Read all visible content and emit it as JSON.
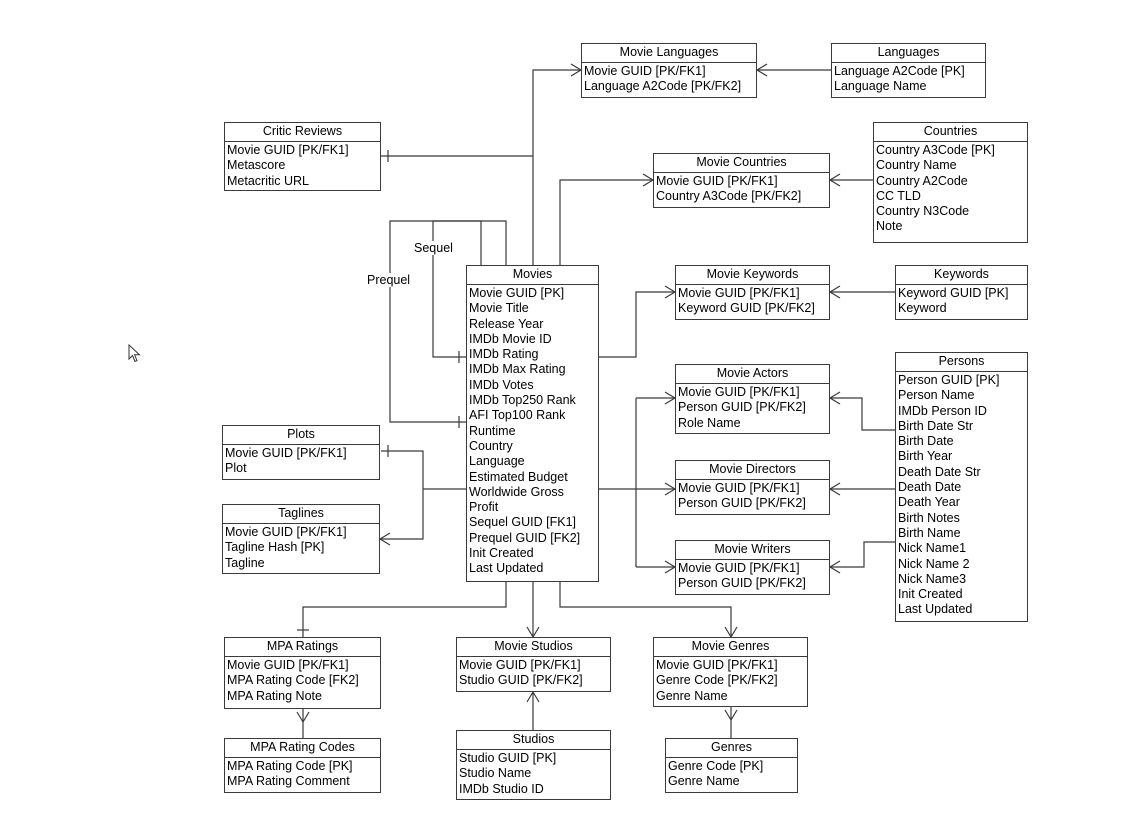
{
  "entities": {
    "movie_languages": {
      "title": "Movie Languages",
      "fields": [
        "Movie GUID [PK/FK1]",
        "Language A2Code [PK/FK2]"
      ]
    },
    "languages": {
      "title": "Languages",
      "fields": [
        "Language A2Code [PK]",
        "Language Name"
      ]
    },
    "critic_reviews": {
      "title": "Critic Reviews",
      "fields": [
        "Movie GUID [PK/FK1]",
        "Metascore",
        "Metacritic URL"
      ]
    },
    "countries": {
      "title": "Countries",
      "fields": [
        "Country A3Code [PK]",
        "Country Name",
        "Country A2Code",
        "CC TLD",
        "Country N3Code",
        "Note"
      ]
    },
    "movie_countries": {
      "title": "Movie Countries",
      "fields": [
        "Movie GUID [PK/FK1]",
        "Country A3Code [PK/FK2]"
      ]
    },
    "movies": {
      "title": "Movies",
      "fields": [
        "Movie GUID [PK]",
        "Movie Title",
        "Release Year",
        "IMDb Movie ID",
        "IMDb Rating",
        "IMDb Max Rating",
        "IMDb Votes",
        "IMDb Top250 Rank",
        "AFI Top100 Rank",
        "Runtime",
        "Country",
        "Language",
        "Estimated Budget",
        "Worldwide Gross",
        "Profit",
        "Sequel GUID [FK1]",
        "Prequel GUID [FK2]",
        "Init Created",
        "Last Updated"
      ]
    },
    "movie_keywords": {
      "title": "Movie Keywords",
      "fields": [
        "Movie GUID [PK/FK1]",
        "Keyword GUID [PK/FK2]"
      ]
    },
    "keywords": {
      "title": "Keywords",
      "fields": [
        "Keyword GUID [PK]",
        "Keyword"
      ]
    },
    "movie_actors": {
      "title": "Movie Actors",
      "fields": [
        "Movie GUID [PK/FK1]",
        "Person GUID [PK/FK2]",
        "Role Name"
      ]
    },
    "persons": {
      "title": "Persons",
      "fields": [
        "Person GUID [PK]",
        "Person Name",
        "IMDb Person ID",
        "Birth Date Str",
        "Birth Date",
        "Birth Year",
        "Death Date Str",
        "Death Date",
        "Death Year",
        "Birth Notes",
        "Birth Name",
        "Nick Name1",
        "Nick Name 2",
        "Nick Name3",
        "Init Created",
        "Last Updated"
      ]
    },
    "plots": {
      "title": "Plots",
      "fields": [
        "Movie GUID [PK/FK1]",
        "Plot"
      ]
    },
    "taglines": {
      "title": "Taglines",
      "fields": [
        "Movie GUID [PK/FK1]",
        "Tagline Hash [PK]",
        "Tagline"
      ]
    },
    "movie_directors": {
      "title": "Movie Directors",
      "fields": [
        "Movie GUID [PK/FK1]",
        "Person GUID [PK/FK2]"
      ]
    },
    "movie_writers": {
      "title": "Movie Writers",
      "fields": [
        "Movie GUID [PK/FK1]",
        "Person GUID [PK/FK2]"
      ]
    },
    "mpa_ratings": {
      "title": "MPA Ratings",
      "fields": [
        "Movie GUID [PK/FK1]",
        "MPA Rating Code [FK2]",
        "MPA Rating Note"
      ]
    },
    "movie_studios": {
      "title": "Movie Studios",
      "fields": [
        "Movie GUID [PK/FK1]",
        "Studio GUID [PK/FK2]"
      ]
    },
    "movie_genres": {
      "title": "Movie Genres",
      "fields": [
        "Movie GUID [PK/FK1]",
        "Genre Code [PK/FK2]",
        "Genre Name"
      ]
    },
    "mpa_rating_codes": {
      "title": "MPA Rating Codes",
      "fields": [
        "MPA Rating Code [PK]",
        "MPA Rating Comment"
      ]
    },
    "studios": {
      "title": "Studios",
      "fields": [
        "Studio GUID [PK]",
        "Studio Name",
        "IMDb Studio ID"
      ]
    },
    "genres": {
      "title": "Genres",
      "fields": [
        "Genre Code [PK]",
        "Genre Name"
      ]
    }
  },
  "relationship_labels": {
    "sequel": "Sequel",
    "prequel": "Prequel"
  },
  "line_color": "#3a3a3a",
  "cursor_icon": "mouse-pointer-icon"
}
